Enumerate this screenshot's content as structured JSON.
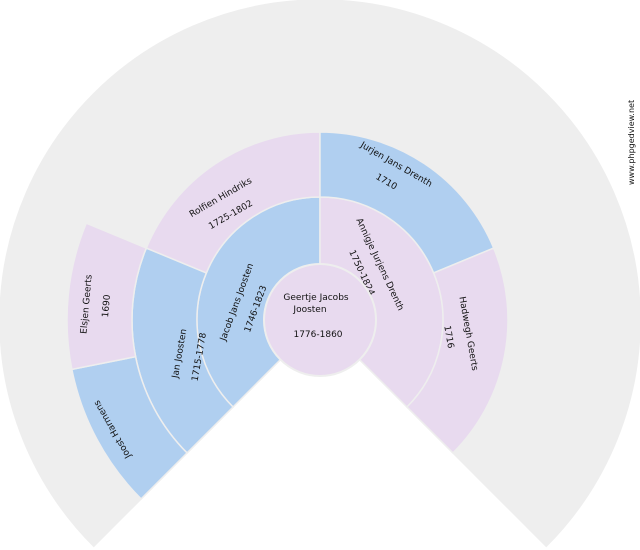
{
  "colors": {
    "male": "#b0cff0",
    "female": "#e8daef",
    "empty": "#eeeeee",
    "line": "#eeeeee"
  },
  "root": {
    "name_line1": "Geertje Jacobs",
    "name_line2": "Joosten",
    "dates": "1776-1860"
  },
  "persons": [
    {
      "id": "father",
      "name": "Jacob Jans Joosten",
      "dates": "1746-1823",
      "sex": "male"
    },
    {
      "id": "mother",
      "name": "Annigje Jurjens Drenth",
      "dates": "1750-1824",
      "sex": "female"
    },
    {
      "id": "ff",
      "name": "Jan Joosten",
      "dates": "1715-1778",
      "sex": "male"
    },
    {
      "id": "fm",
      "name": "Rolfien Hindriks",
      "dates": "1725-1802",
      "sex": "female"
    },
    {
      "id": "mf",
      "name": "Jurjen Jans Drenth",
      "dates": "1710",
      "sex": "male"
    },
    {
      "id": "mm",
      "name": "Hadwegh Geerts",
      "dates": "1716",
      "sex": "female"
    },
    {
      "id": "fff",
      "name": "Joost Harmens",
      "dates": "",
      "sex": "male"
    },
    {
      "id": "ffm",
      "name": "Elsjen Geerts",
      "dates": "1690",
      "sex": "female"
    }
  ],
  "watermark": "www.phpgedview.net"
}
